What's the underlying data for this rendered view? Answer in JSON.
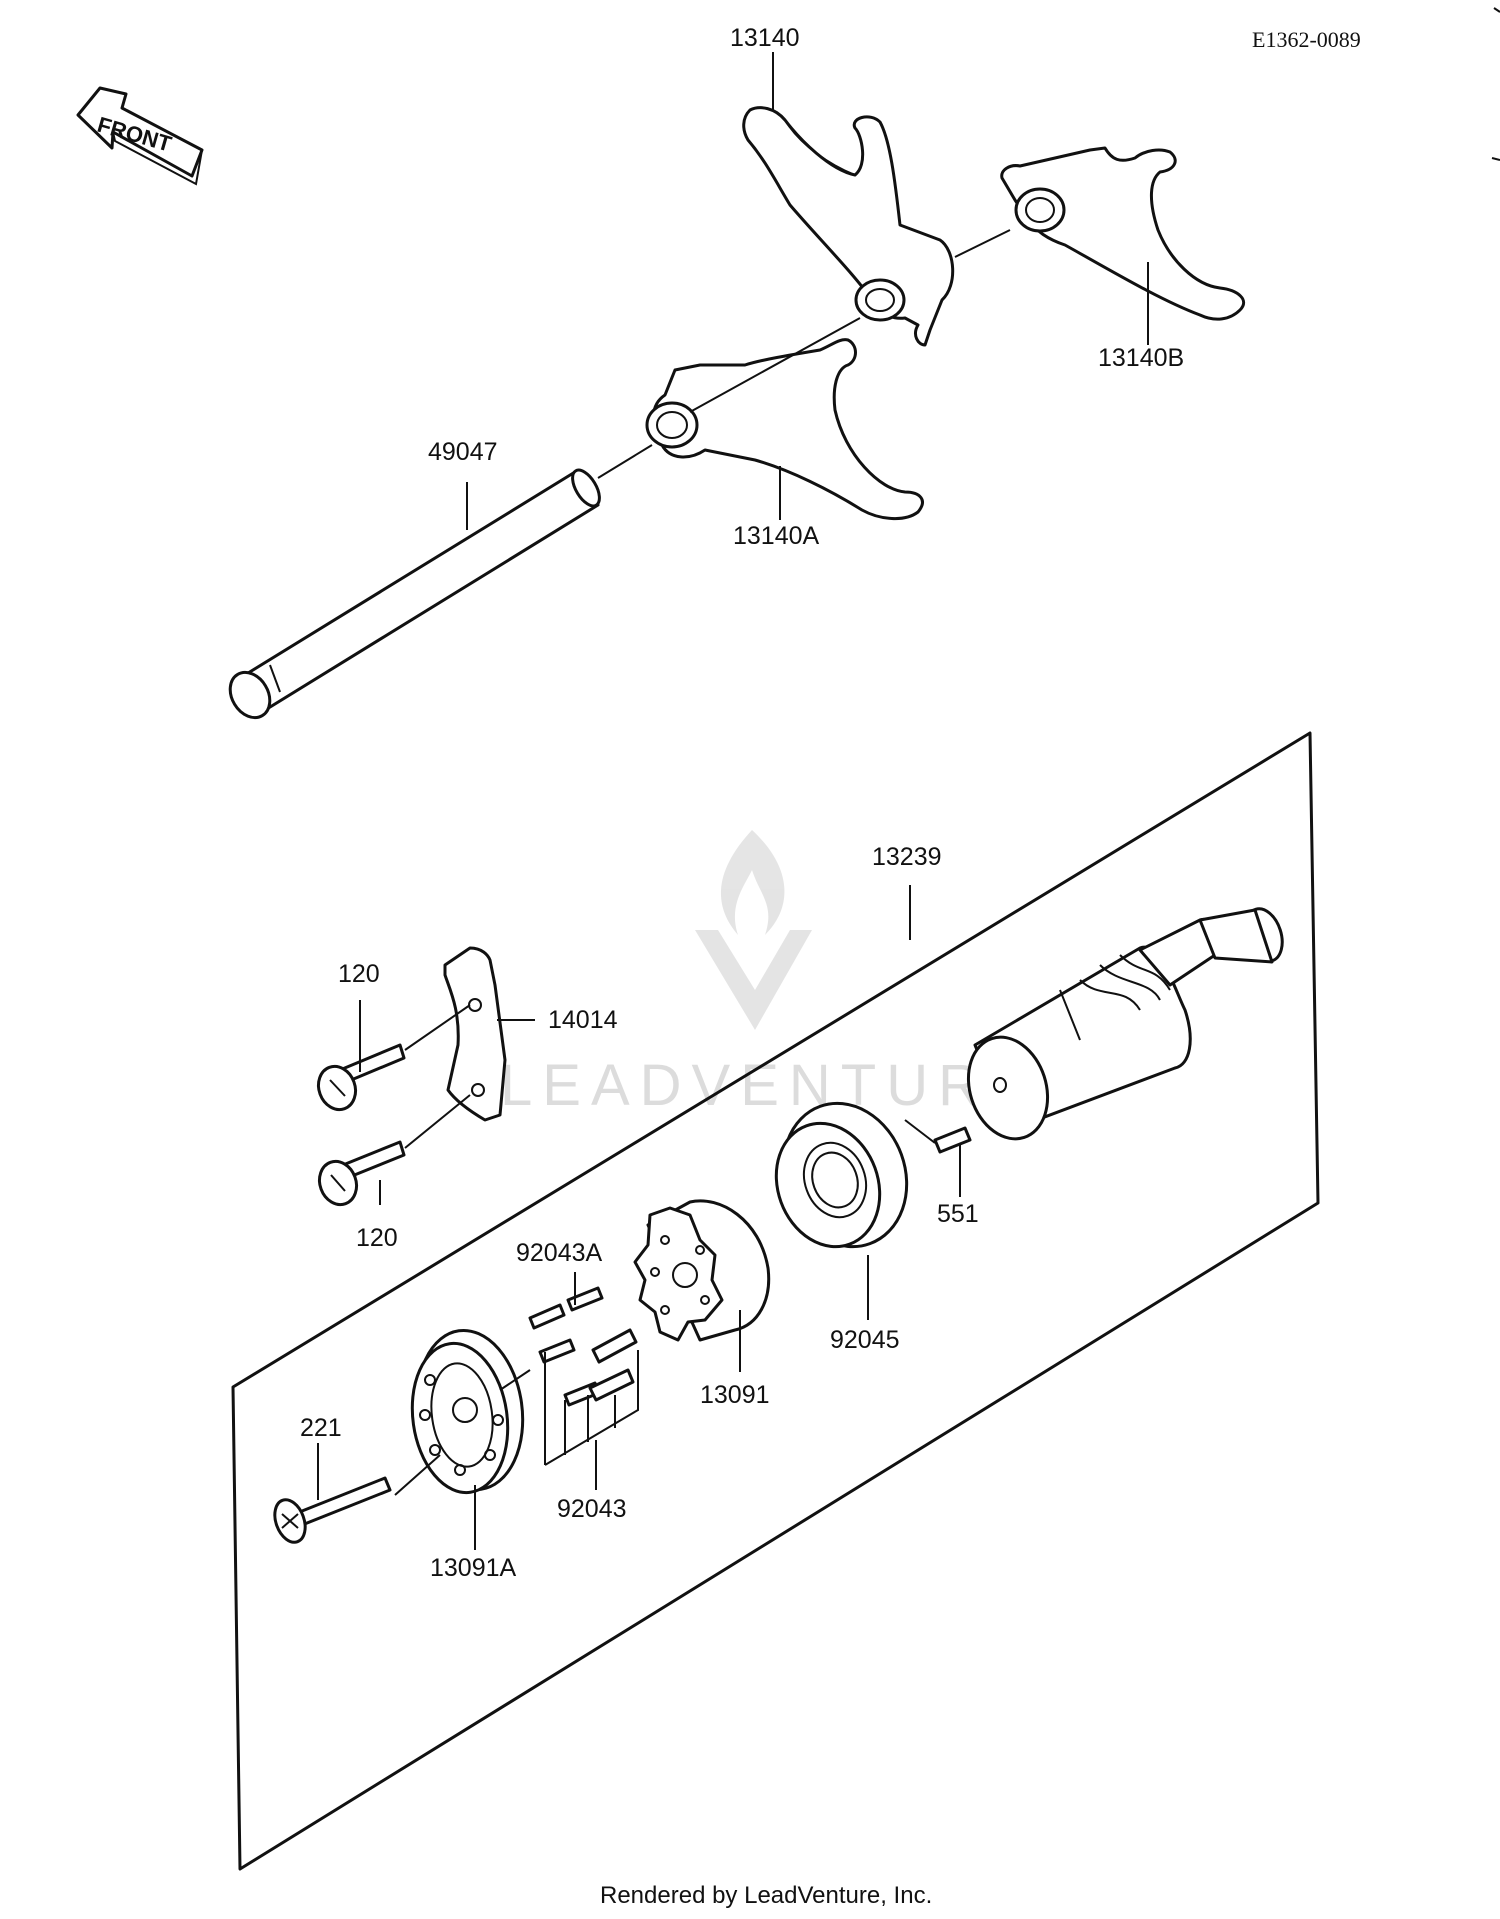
{
  "diagram": {
    "reference_code": "E1362-0089",
    "front_label": "FRONT",
    "watermark": "LEADVENTURE",
    "footer": "Rendered by LeadVenture, Inc."
  },
  "callouts": [
    {
      "id": "13140",
      "label": "13140"
    },
    {
      "id": "13140B",
      "label": "13140B"
    },
    {
      "id": "49047",
      "label": "49047"
    },
    {
      "id": "13140A",
      "label": "13140A"
    },
    {
      "id": "13239",
      "label": "13239"
    },
    {
      "id": "120-top",
      "label": "120"
    },
    {
      "id": "14014",
      "label": "14014"
    },
    {
      "id": "120-bottom",
      "label": "120"
    },
    {
      "id": "551",
      "label": "551"
    },
    {
      "id": "92043A",
      "label": "92043A"
    },
    {
      "id": "92045",
      "label": "92045"
    },
    {
      "id": "13091",
      "label": "13091"
    },
    {
      "id": "221",
      "label": "221"
    },
    {
      "id": "92043",
      "label": "92043"
    },
    {
      "id": "13091A",
      "label": "13091A"
    }
  ]
}
